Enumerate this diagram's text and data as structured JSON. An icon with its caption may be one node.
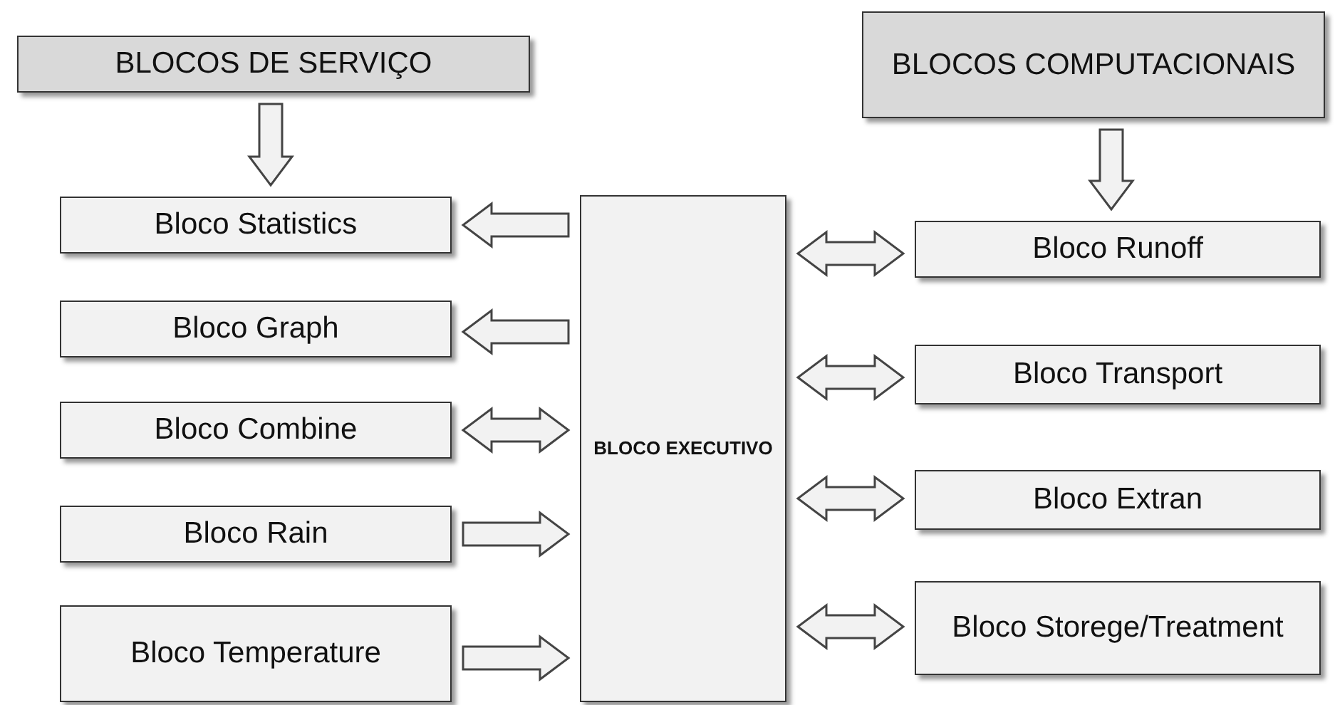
{
  "diagram": {
    "nodes": [
      {
        "text": [
          "BLOCOS DE SERVIÇO"
        ]
      },
      {
        "text": [
          "BLOCOS COMPUTACIONAIS"
        ]
      },
      {
        "text": [
          "Bloco Statistics"
        ]
      },
      {
        "text": [
          "Bloco Graph"
        ]
      },
      {
        "text": [
          "Bloco Combine"
        ]
      },
      {
        "text": [
          "Bloco Rain"
        ]
      },
      {
        "text": [
          "Bloco Temperature"
        ]
      },
      {
        "text": [
          "BLOCO EXECUTIVO"
        ]
      },
      {
        "text": [
          "Bloco Runoff"
        ]
      },
      {
        "text": [
          "Bloco Transport"
        ]
      },
      {
        "text": [
          "Bloco Extran"
        ]
      },
      {
        "text": [
          "Bloco Storege/Treatment"
        ]
      }
    ],
    "edges": [
      {
        "from": 0,
        "to": 2,
        "arrow": "to"
      },
      {
        "from": 1,
        "to": 8,
        "arrow": "to"
      },
      {
        "from": 7,
        "to": 2,
        "arrow": "to"
      },
      {
        "from": 7,
        "to": 3,
        "arrow": "to"
      },
      {
        "from": 4,
        "to": 7,
        "arrow": "both"
      },
      {
        "from": 5,
        "to": 7,
        "arrow": "to"
      },
      {
        "from": 6,
        "to": 7,
        "arrow": "to"
      },
      {
        "from": 7,
        "to": 8,
        "arrow": "both"
      },
      {
        "from": 7,
        "to": 9,
        "arrow": "both"
      },
      {
        "from": 7,
        "to": 10,
        "arrow": "both"
      },
      {
        "from": 7,
        "to": 11,
        "arrow": "both"
      }
    ]
  }
}
